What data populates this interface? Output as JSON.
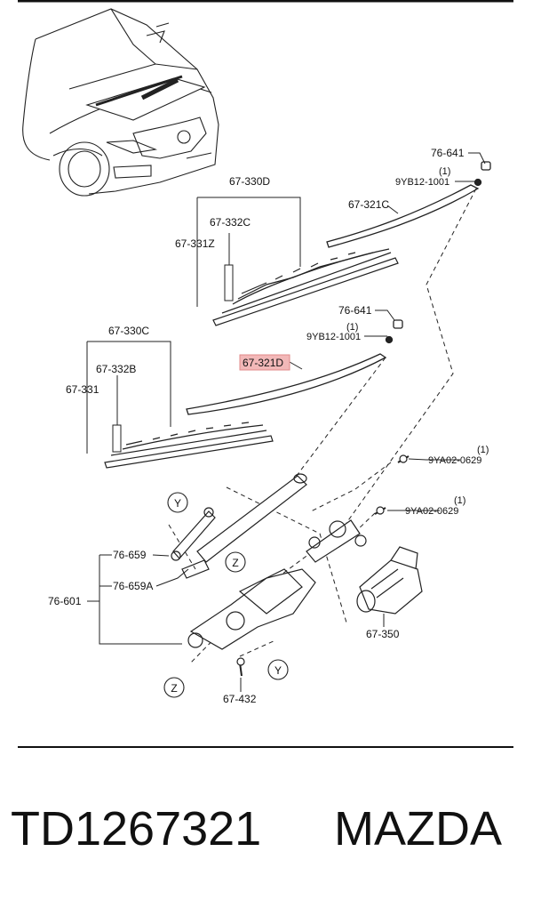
{
  "diagram": {
    "labels": {
      "p76_641_a": "76-641",
      "qty_a": "(1)",
      "p9yb12_a": "9YB12-1001",
      "p67_321c": "67-321C",
      "p67_330d": "67-330D",
      "p67_332c": "67-332C",
      "p67_331z": "67-331Z",
      "p76_641_b": "76-641",
      "qty_b": "(1)",
      "p9yb12_b": "9YB12-1001",
      "p67_321d": "67-321D",
      "p67_330c": "67-330C",
      "p67_332b": "67-332B",
      "p67_331": "67-331",
      "qty_c": "(1)",
      "p9ya02_a": "9YA02-0629",
      "qty_d": "(1)",
      "p9ya02_b": "9YA02-0629",
      "p76_659": "76-659",
      "p76_659a": "76-659A",
      "p76_601": "76-601",
      "p67_350": "67-350",
      "p67_432": "67-432",
      "y1": "Y",
      "z1": "Z",
      "y2": "Y",
      "z2": "Z"
    },
    "highlight_color": "#f2b8b8",
    "highlight_border": "#e08a8a"
  },
  "footer": {
    "part_number": "TD1267321",
    "brand": "MAZDA"
  }
}
